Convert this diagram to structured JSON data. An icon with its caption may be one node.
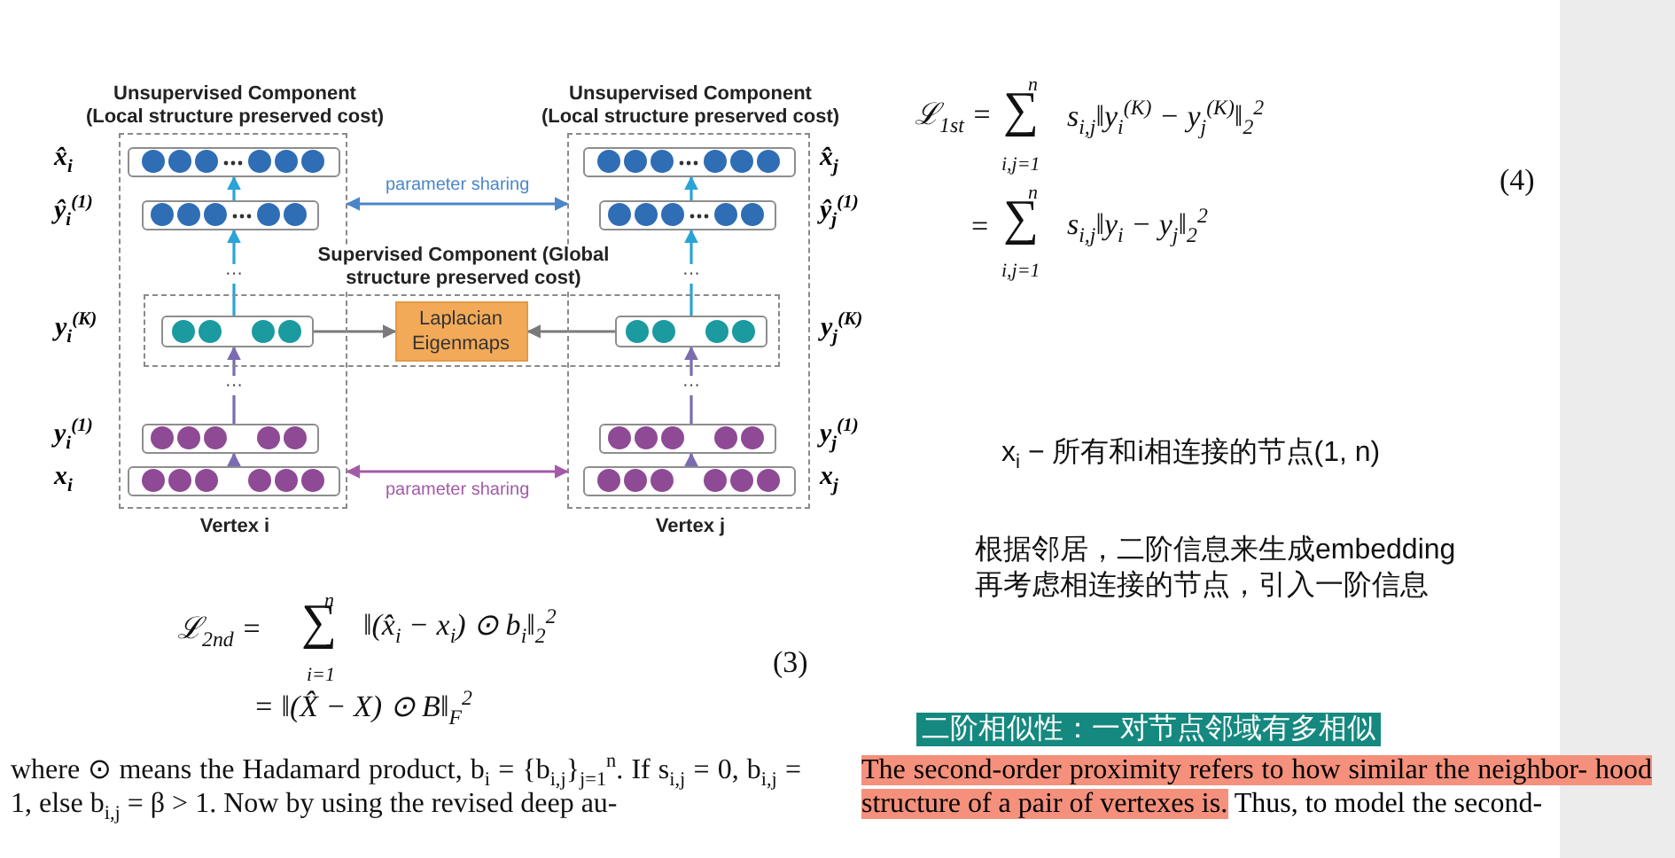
{
  "diagram": {
    "nodes": [
      {
        "text": [
          "Unsupervised Component (Local structure preserved cost)"
        ],
        "beside": [
          "Vertex i"
        ]
      },
      {
        "text": [],
        "shape": "bar",
        "in": 0,
        "beside": [
          "x̂$_{i}$"
        ]
      },
      {
        "text": [],
        "shape": "bar",
        "in": 0,
        "beside": [
          "ŷ$_{i}$$^{(1)}$"
        ]
      },
      {
        "text": [
          "Unsupervised Component (Local structure preserved cost)"
        ],
        "beside": [
          "Vertex j"
        ]
      },
      {
        "text": [],
        "shape": "bar",
        "in": 3,
        "beside": [
          "x̂$_{j}$"
        ]
      },
      {
        "text": [],
        "shape": "bar",
        "in": 3,
        "beside": [
          "ŷ$_{j}$$^{(1)}$"
        ]
      },
      {
        "text": [
          "Supervised Component (Global structure preserved cost)"
        ]
      },
      {
        "text": [
          "Laplacian Eigenmaps"
        ],
        "in": 6
      },
      {
        "text": [],
        "shape": "bar",
        "beside": [
          "y$_{i}$$^{(K)}$"
        ]
      },
      {
        "text": [],
        "shape": "bar",
        "beside": [
          "y$_{j}$$^{(K)}$"
        ]
      },
      {
        "text": [],
        "shape": "bar",
        "in": 0,
        "beside": [
          "y$_{i}$$^{(1)}$"
        ]
      },
      {
        "text": [],
        "shape": "bar",
        "in": 0,
        "beside": [
          "x$_{i}$"
        ]
      },
      {
        "text": [],
        "shape": "bar",
        "in": 3,
        "beside": [
          "y$_{j}$$^{(1)}$"
        ]
      },
      {
        "text": [],
        "shape": "bar",
        "in": 3,
        "beside": [
          "x$_{j}$"
        ]
      }
    ],
    "edges": [
      {
        "from": 8,
        "to": 7,
        "arrow": "to",
        "color": "#7a7a7a"
      },
      {
        "from": 9,
        "to": 7,
        "arrow": "to",
        "color": "#7a7a7a"
      },
      {
        "from": 0,
        "to": 3,
        "arrow": "both",
        "label": "parameter sharing",
        "color": "#4a86c8"
      },
      {
        "from": 0,
        "to": 3,
        "arrow": "both",
        "label": "parameter sharing",
        "color": "#a35aa8"
      },
      {
        "from": 11,
        "to": 10,
        "arrow": "to",
        "color": "#7b6bb0"
      },
      {
        "from": 10,
        "to": 8,
        "arrow": "to",
        "label": "···",
        "color": "#7b6bb0"
      },
      {
        "from": 8,
        "to": 2,
        "arrow": "to",
        "label": "···",
        "color": "#2aa3d6"
      },
      {
        "from": 2,
        "to": 1,
        "arrow": "to",
        "color": "#2aa3d6"
      },
      {
        "from": 13,
        "to": 12,
        "arrow": "to",
        "color": "#7b6bb0"
      },
      {
        "from": 12,
        "to": 9,
        "arrow": "to",
        "label": "···",
        "color": "#7b6bb0"
      },
      {
        "from": 9,
        "to": 5,
        "arrow": "to",
        "label": "···",
        "color": "#2aa3d6"
      },
      {
        "from": 5,
        "to": 4,
        "arrow": "to",
        "color": "#2aa3d6"
      }
    ],
    "labels": [
      "n",
      "ℒ$_{1st}$ =",
      "∑",
      "s$_{i,j}$‖y$_{i}$$^{(K)}$ − y$_{j}$$^{(K)}$‖$_{2}$$^{2}$",
      "i,j=1",
      "(4)",
      "n",
      "=",
      "∑",
      "s$_{i,j}$‖y$_{i}$ − y$_{j}$‖$_{2}$$^{2}$",
      "i,j=1",
      "x$_{i}$ − 所有和i相连接的节点(1, n)",
      "根据邻居，二阶信息来生成embedding",
      "再考虑相连接的节点，引入一阶信息",
      "n",
      "ℒ$_{2nd}$ =",
      "∑",
      "‖(x̂$_{i}$ − x$_{i}$) ⊙ b$_{i}$‖$_{2}$$^{2}$",
      "i=1",
      "(3)",
      "= ‖(X̂ − X) ⊙ B‖$_{F}$$^{2}$",
      "where ⊙ means the Hadamard product, b$_{i}$ = {b$_{i,j}$}$_{j=1}$$^{n}$. If s$_{i,j}$ = 0, b$_{i,j}$ = 1, else b$_{i,j}$ = β > 1. Now by using the revised deep au-",
      "二阶相似性：一对节点邻域有多相似",
      "The second-order proximity refers to how similar the neighbor- hood structure of a pair of vertexes is.",
      "Thus, to model the second-"
    ]
  }
}
